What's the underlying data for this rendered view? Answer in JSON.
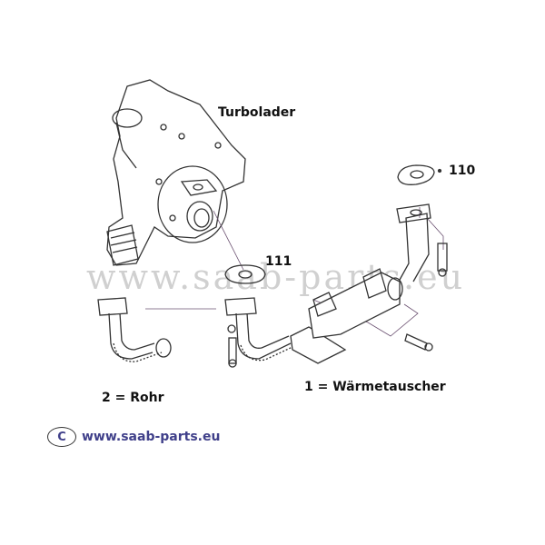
{
  "labels": {
    "turbocharger": "Turbolader",
    "part_110": "110",
    "part_111": "111",
    "pipe": "2 = Rohr",
    "heat_exchanger": "1 = Wärmetauscher"
  },
  "watermark": "www.saab-parts.eu",
  "copyright": {
    "symbol": "C",
    "url": "www.saab-parts.eu"
  },
  "colors": {
    "link": "#40408a",
    "line": "#333333"
  }
}
